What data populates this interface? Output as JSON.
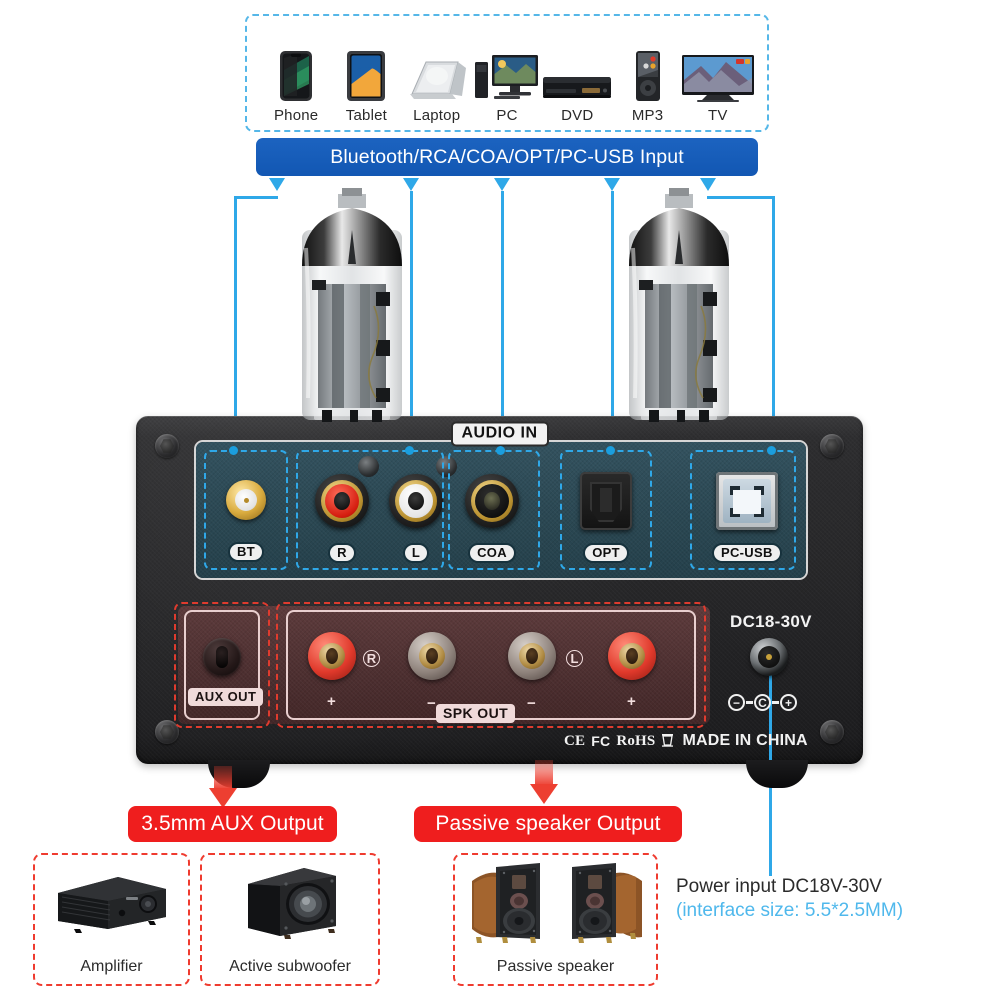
{
  "sources": {
    "items": [
      {
        "label": "Phone",
        "icon": "smartphone-icon"
      },
      {
        "label": "Tablet",
        "icon": "tablet-icon"
      },
      {
        "label": "Laptop",
        "icon": "laptop-icon"
      },
      {
        "label": "PC",
        "icon": "desktop-pc-icon"
      },
      {
        "label": "DVD",
        "icon": "dvd-player-icon"
      },
      {
        "label": "MP3",
        "icon": "mp3-player-icon"
      },
      {
        "label": "TV",
        "icon": "television-icon"
      }
    ]
  },
  "input_banner": {
    "text": "Bluetooth/RCA/COA/OPT/PC-USB Input"
  },
  "amplifier": {
    "audio_in_tag": "AUDIO IN",
    "input_jacks": [
      {
        "label": "BT",
        "type": "sma-antenna-jack"
      },
      {
        "label": "R",
        "type": "rca-jack-red"
      },
      {
        "label": "L",
        "type": "rca-jack-white"
      },
      {
        "label": "COA",
        "type": "rca-jack-coaxial"
      },
      {
        "label": "OPT",
        "type": "toslink-optical-port"
      },
      {
        "label": "PC-USB",
        "type": "usb-type-b-port"
      }
    ],
    "aux_out_label": "AUX OUT",
    "spk_out_label": "SPK OUT",
    "spk_terminals": [
      {
        "polarity": "+",
        "color": "red"
      },
      {
        "polarity": "−",
        "color": "black"
      },
      {
        "polarity": "−",
        "color": "black"
      },
      {
        "polarity": "+",
        "color": "red"
      }
    ],
    "channel_marks": [
      "R",
      "L"
    ],
    "dc_label": "DC18-30V",
    "dc_polarity": {
      "left": "−",
      "center": "C",
      "right": "+"
    },
    "certifications": [
      "CE",
      "FC",
      "RoHS",
      "WEEE"
    ],
    "origin": "MADE IN CHINA"
  },
  "callouts": {
    "aux_output": "3.5mm AUX Output",
    "speaker_output": "Passive speaker Output",
    "power_line1": "Power input DC18V-30V",
    "power_line2": "(interface size: 5.5*2.5MM)"
  },
  "output_devices": [
    {
      "label": "Amplifier",
      "icon": "amplifier-box-icon"
    },
    {
      "label": "Active subwoofer",
      "icon": "subwoofer-icon"
    },
    {
      "label": "Passive speaker",
      "icon": "bookshelf-speaker-pair-icon"
    }
  ],
  "colors": {
    "accent_blue": "#2fa8e8",
    "banner_blue": "#1257b3",
    "accent_red": "#ef1e1e",
    "dashed_red": "#ef3b2f",
    "panel_teal": "#2b4853",
    "panel_maroon": "#4e3031"
  }
}
